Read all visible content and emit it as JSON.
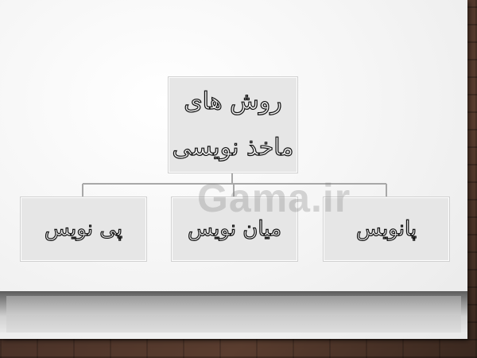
{
  "diagram": {
    "root": {
      "line1": "روش های",
      "line2": "ماخذ نویسی"
    },
    "children": [
      {
        "label": "پانویس"
      },
      {
        "label": "میان نویس"
      },
      {
        "label": "پی نویس"
      }
    ]
  },
  "watermark": "Gama.ir",
  "colors": {
    "box_fill": "#e6e6e6",
    "connector": "#a8a8a8"
  }
}
